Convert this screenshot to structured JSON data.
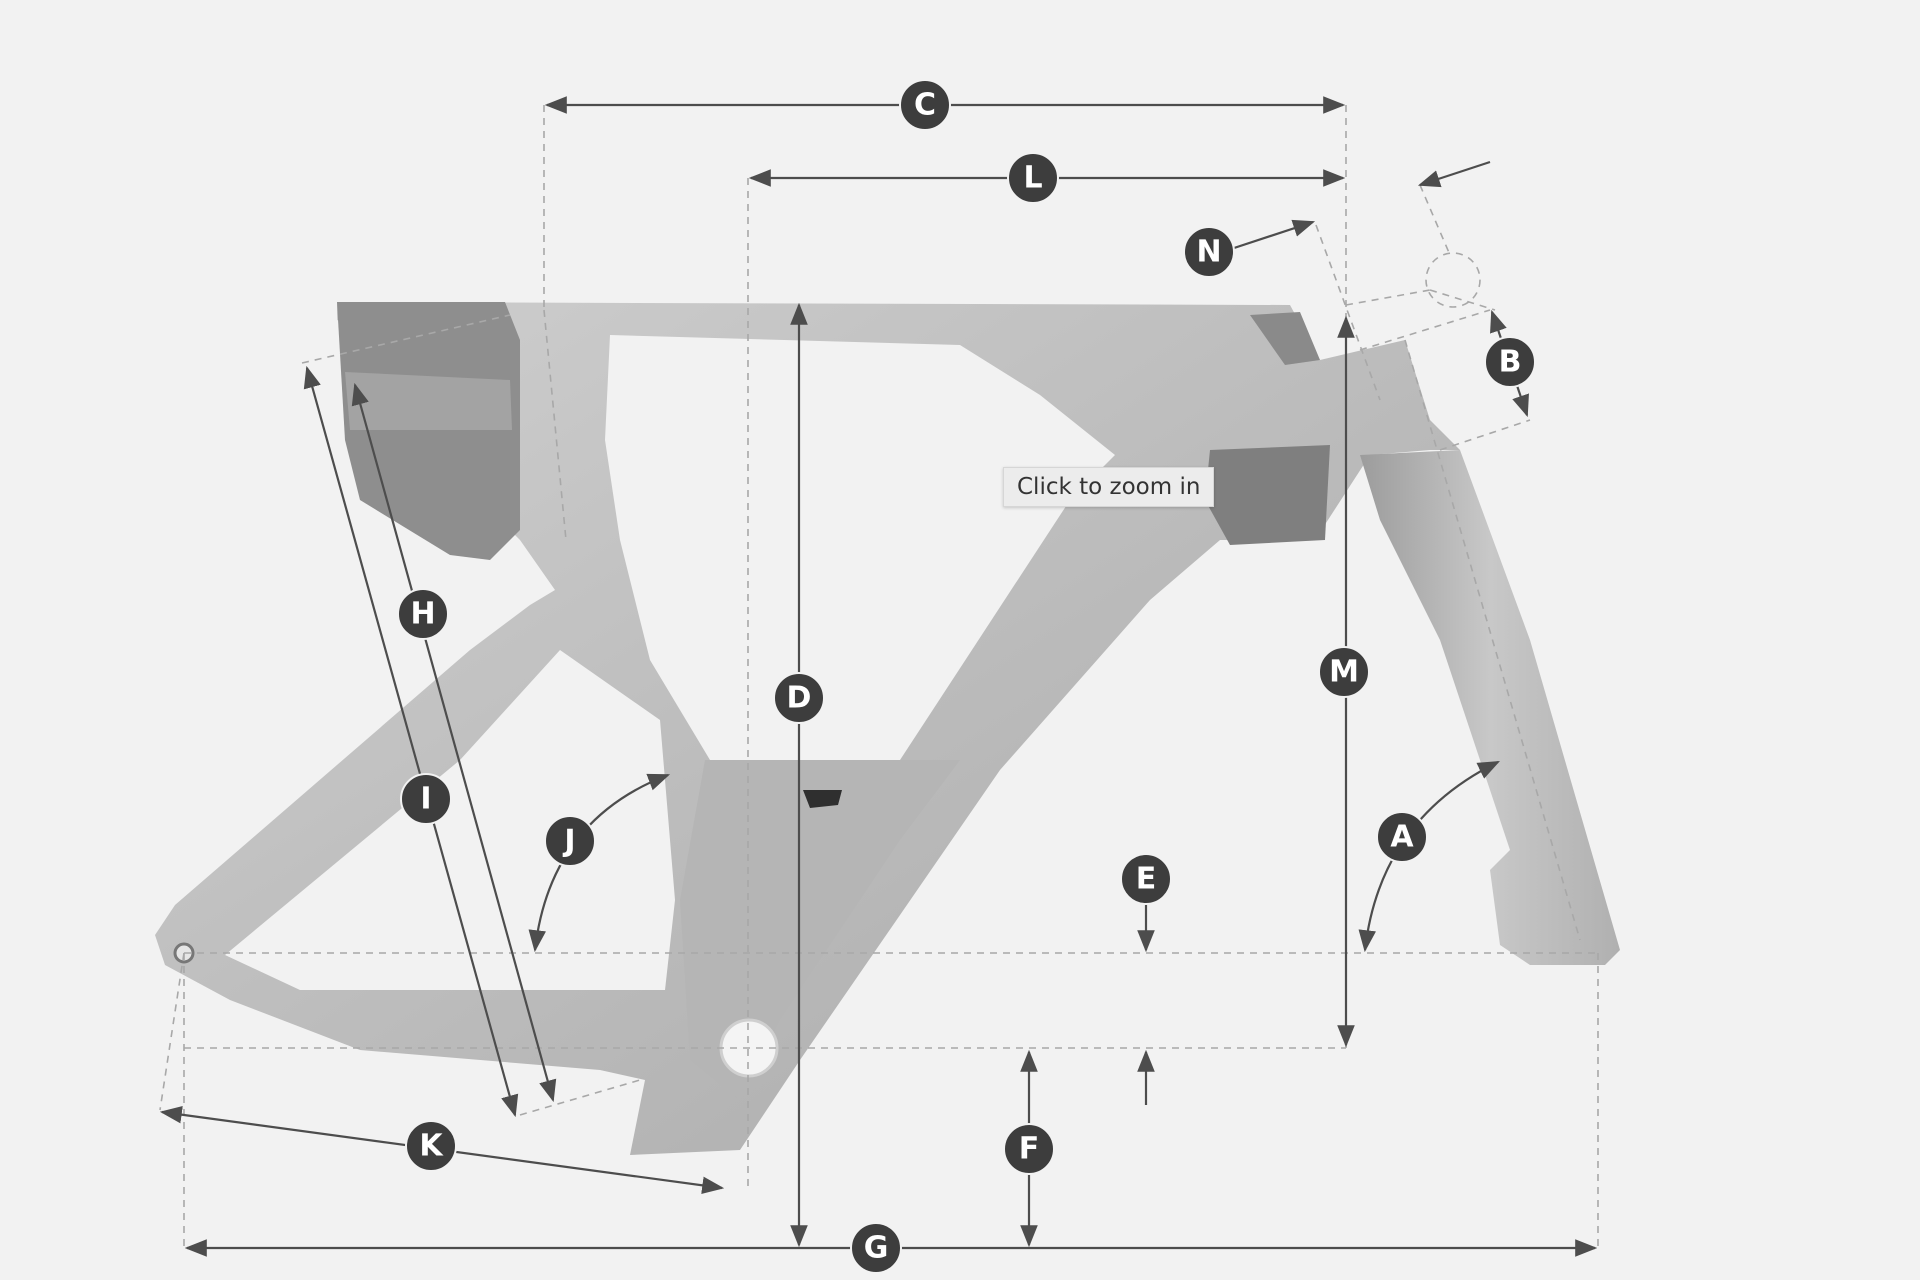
{
  "diagram": {
    "labels": {
      "A": "A",
      "B": "B",
      "C": "C",
      "D": "D",
      "E": "E",
      "F": "F",
      "G": "G",
      "H": "H",
      "I": "I",
      "J": "J",
      "K": "K",
      "L": "L",
      "M": "M",
      "N": "N"
    }
  },
  "tooltip": {
    "text": "Click to zoom in"
  },
  "colors": {
    "background": "#f2f2f2",
    "frame": "#c4c4c4",
    "frame_dark": "#8a8a8a",
    "dimension_line": "#4d4d4d",
    "badge": "#3d3d3d"
  }
}
